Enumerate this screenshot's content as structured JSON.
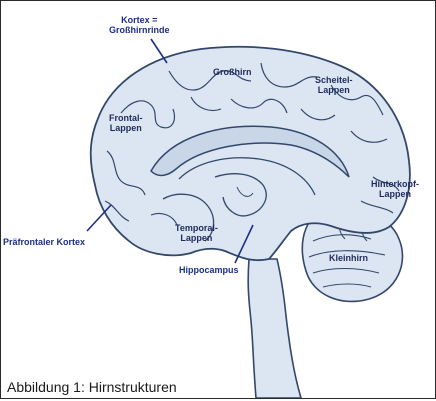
{
  "labels": {
    "kortex_line1": "Kortex =",
    "kortex_line2": "Großhirnrinde",
    "grosshirn": "Großhirn",
    "scheitel_line1": "Scheitel-",
    "scheitel_line2": "Lappen",
    "frontal_line1": "Frontal-",
    "frontal_line2": "Lappen",
    "hinterkopf_line1": "Hinterkopf-",
    "hinterkopf_line2": "Lappen",
    "temporal_line1": "Temporal-",
    "temporal_line2": "Lappen",
    "praefrontaler": "Präfrontaler Kortex",
    "hippocampus": "Hippocampus",
    "kleinhirn": "Kleinhirn"
  },
  "caption": "Abbildung 1: Hirnstrukturen",
  "colors": {
    "brain_fill": "#dbe6f2",
    "brain_stroke": "#33476b",
    "label_text": "#1f2a5c",
    "border": "#2a2a2a"
  }
}
